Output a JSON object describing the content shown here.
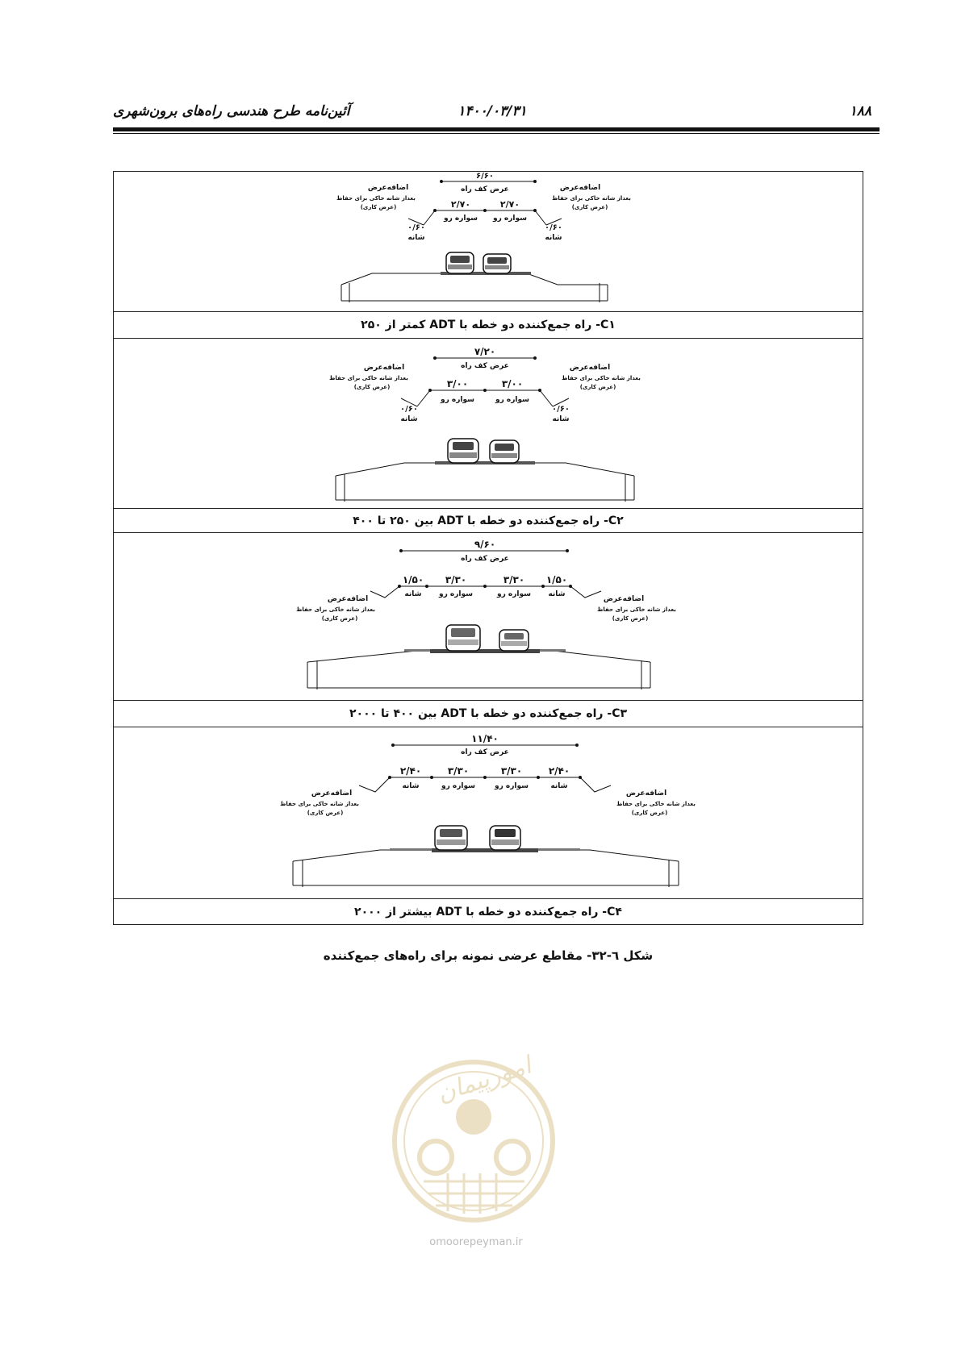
{
  "header": {
    "page_number": "۱۸۸",
    "date": "۱۴۰۰/۰۳/۳۱",
    "title": "آئین‌نامه طرح هندسی راه‌های برون‌شهری"
  },
  "labels": {
    "roadbed_width": "عرض کف راه",
    "lane": "سواره رو",
    "shoulder": "شانه",
    "extra_width": "اضافه‌عرض",
    "extra_width_note1": "بعداز شانه خاکی برای حفاظ",
    "extra_width_note2": "(عرض کاری)"
  },
  "panels": [
    {
      "caption": "C۱- راه جمع‌کننده دو خطه با ADT کمتر از ۲۵۰",
      "total_width": "۶/۶۰",
      "lane_widths": [
        "۲/۷۰",
        "۲/۷۰"
      ],
      "shoulder_width": "۰/۶۰"
    },
    {
      "caption": "C۲- راه جمع‌کننده دو خطه با ADT بین ۲۵۰ تا ۴۰۰",
      "total_width": "۷/۲۰",
      "lane_widths": [
        "۳/۰۰",
        "۳/۰۰"
      ],
      "shoulder_width": "۰/۶۰"
    },
    {
      "caption": "C۳- راه جمع‌کننده دو خطه با ADT بین ۴۰۰ تا ۲۰۰۰",
      "total_width": "۹/۶۰",
      "lane_widths": [
        "۳/۳۰",
        "۳/۳۰"
      ],
      "shoulder_width": "۱/۵۰"
    },
    {
      "caption": "C۴- راه جمع‌کننده دو خطه با ADT بیشتر از ۲۰۰۰",
      "total_width": "۱۱/۴۰",
      "lane_widths": [
        "۳/۳۰",
        "۳/۳۰"
      ],
      "shoulder_width": "۲/۴۰"
    }
  ],
  "figure_caption": "شکل ٦-۳۲- مقاطع عرضی نمونه برای راه‌های جمع‌کننده",
  "watermark": {
    "text": "omoorepeyman.ir",
    "logo_text": "امورپیمان"
  }
}
